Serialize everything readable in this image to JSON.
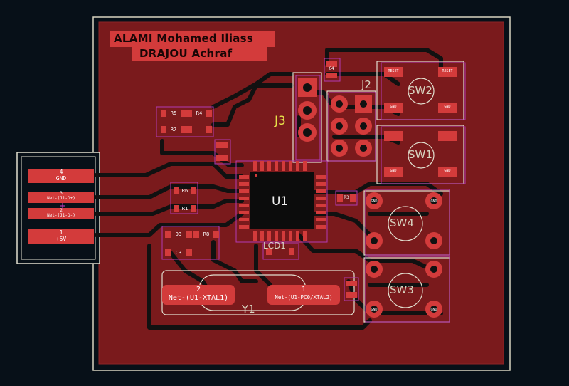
{
  "board": {
    "author_line_1": "ALAMI  Mohamed Iliass",
    "author_line_2": "DRAJOU Achraf"
  },
  "components": {
    "u1": "U1",
    "j2": "J2",
    "j3": "J3",
    "y1": "Y1",
    "sw1": "SW1",
    "sw2": "SW2",
    "sw3": "SW3",
    "sw4": "SW4",
    "lcd_ref": "LCD1"
  },
  "connector": {
    "pads": [
      {
        "num": "4",
        "net": "GND"
      },
      {
        "num": "3",
        "net": "Net-(J1-D+)"
      },
      {
        "num": "2",
        "net": "Net-(J1-D-)"
      },
      {
        "num": "1",
        "net": "+5V"
      }
    ]
  },
  "crystal": {
    "pad2_num": "2",
    "pad2_net": "Net-(U1-XTAL1)",
    "pad1_num": "1",
    "pad1_net": "Net-(U1-PC0/XTAL2)"
  },
  "passives": {
    "r5": "R5",
    "r4": "R4",
    "r7": "R7",
    "r6": "R6",
    "r1": "R1",
    "r8": "R8",
    "c3": "C3",
    "c4": "C4",
    "d3": "D3",
    "r3": "R3"
  },
  "switch_pads": {
    "gnd": "GND",
    "reset": "RESET"
  },
  "colors": {
    "background": "#071018",
    "copper_fill": "#7a1a1c",
    "copper_pad": "#d33b3b",
    "track": "#1a1a1a",
    "silk": "#e2dfcf",
    "courtyard": "#b33ab3",
    "edge_cuts": "#d8d4c0"
  }
}
